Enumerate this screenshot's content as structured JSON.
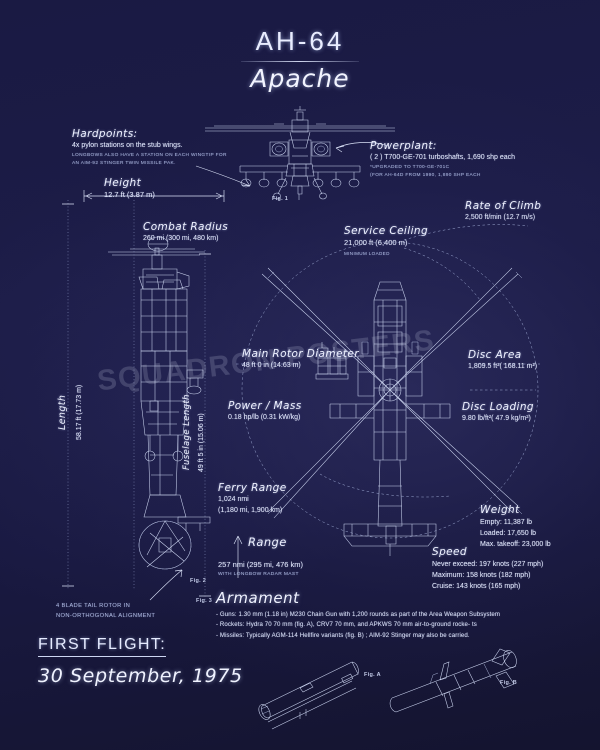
{
  "poster": {
    "title_main": "AH-64",
    "title_sub": "Apache",
    "watermark": "SQUADRON POSTERS",
    "background_color": "#1a1a43",
    "ink_color": "#dfe4f5"
  },
  "first_flight": {
    "heading": "FIRST FLIGHT:",
    "date": "30 September, 1975"
  },
  "callouts": {
    "hardpoints": {
      "title": "Hardpoints:",
      "line1": "4x pylon stations on the stub wings.",
      "note1": "LONGBOWS ALSO HAVE A STATION ON EACH WINGTIP FOR",
      "note2": "AN AIM-92 STINGER TWIN MISSILE PAK."
    },
    "powerplant": {
      "title": "Powerplant:",
      "line1": "( 2 )  T700-GE-701 turboshafts, 1,690 shp each",
      "note1": "*UPGRADED TO T700-GE-701C",
      "note2": "(FOR AH-64D FROM 1990, 1,890 SHP EACH"
    },
    "height": {
      "title": "Height",
      "value": "12.7 ft (3.87 m)"
    },
    "combat_radius": {
      "title": "Combat Radius",
      "value": "260 mi (300 mi, 480 km)"
    },
    "rate_of_climb": {
      "title": "Rate of Climb",
      "value": "2,500 ft/min (12.7 m/s)"
    },
    "service_ceiling": {
      "title": "Service Ceiling",
      "value": "21,000 ft (6,400 m)",
      "note": "MINIMUM LOADED"
    },
    "main_rotor_diameter": {
      "title": "Main Rotor Diameter",
      "value": "48 ft 0 in (14.63 m)"
    },
    "power_mass": {
      "title": "Power / Mass",
      "value": "0.18 hp/lb (0.31 kW/kg)"
    },
    "disc_area": {
      "title": "Disc Area",
      "value": "1,809.5 ft²( 168.11 m²)"
    },
    "disc_loading": {
      "title": "Disc Loading",
      "value": "9.80 lb/ft²( 47.9 kg/m²)"
    },
    "ferry_range": {
      "title": "Ferry Range",
      "value1": "1,024 nmi",
      "value2": "(1,180 mi, 1,900 km)"
    },
    "range": {
      "title": "Range",
      "value": "257 nmi (295 mi, 476 km)",
      "note": "WITH LONGBOW RADAR MAST"
    },
    "weight": {
      "title": "Weight",
      "rows": [
        "Empty: 11,387 lb",
        "Loaded: 17,650 lb",
        "Max. takeoff: 23,000 lb"
      ]
    },
    "speed": {
      "title": "Speed",
      "rows": [
        "Never exceed: 197 knots (227 mph)",
        "Maximum: 158 knots (182 mph)",
        "Cruise: 143 knots (165 mph)"
      ]
    },
    "length": {
      "title": "Length",
      "value": "58.17 ft (17.73 m)"
    },
    "fuselage_length": {
      "title": "Fuselage Length",
      "value": "49 ft 5 in (15.06 m)"
    },
    "tail_rotor_note": {
      "line1": "4 BLADE TAIL ROTOR IN",
      "line2": "NON-ORTHOGONAL ALIGNMENT"
    }
  },
  "armament": {
    "title": "Armament",
    "items": [
      "- Guns: 1.30 mm (1.18  in) M230 Chain Gun with 1,200 rounds as part of the Area Weapon Subsystem",
      "- Rockets: Hydra 70 70 mm (fig. A), CRV7 70 mm, and APKWS 70 mm air-to-ground rocke- ts",
      "- Missiles: Typically AGM-114 Hellfire variants (fig. B) ; AIM-92 Stinger may also be carried."
    ]
  },
  "figures": [
    {
      "id": "fig-1",
      "label": "Fig. 1"
    },
    {
      "id": "fig-2",
      "label": "Fig. 2"
    },
    {
      "id": "fig-3",
      "label": "Fig. 3"
    },
    {
      "id": "fig-a",
      "label": "Fig. A"
    },
    {
      "id": "fig-b",
      "label": "Fig. B"
    }
  ]
}
